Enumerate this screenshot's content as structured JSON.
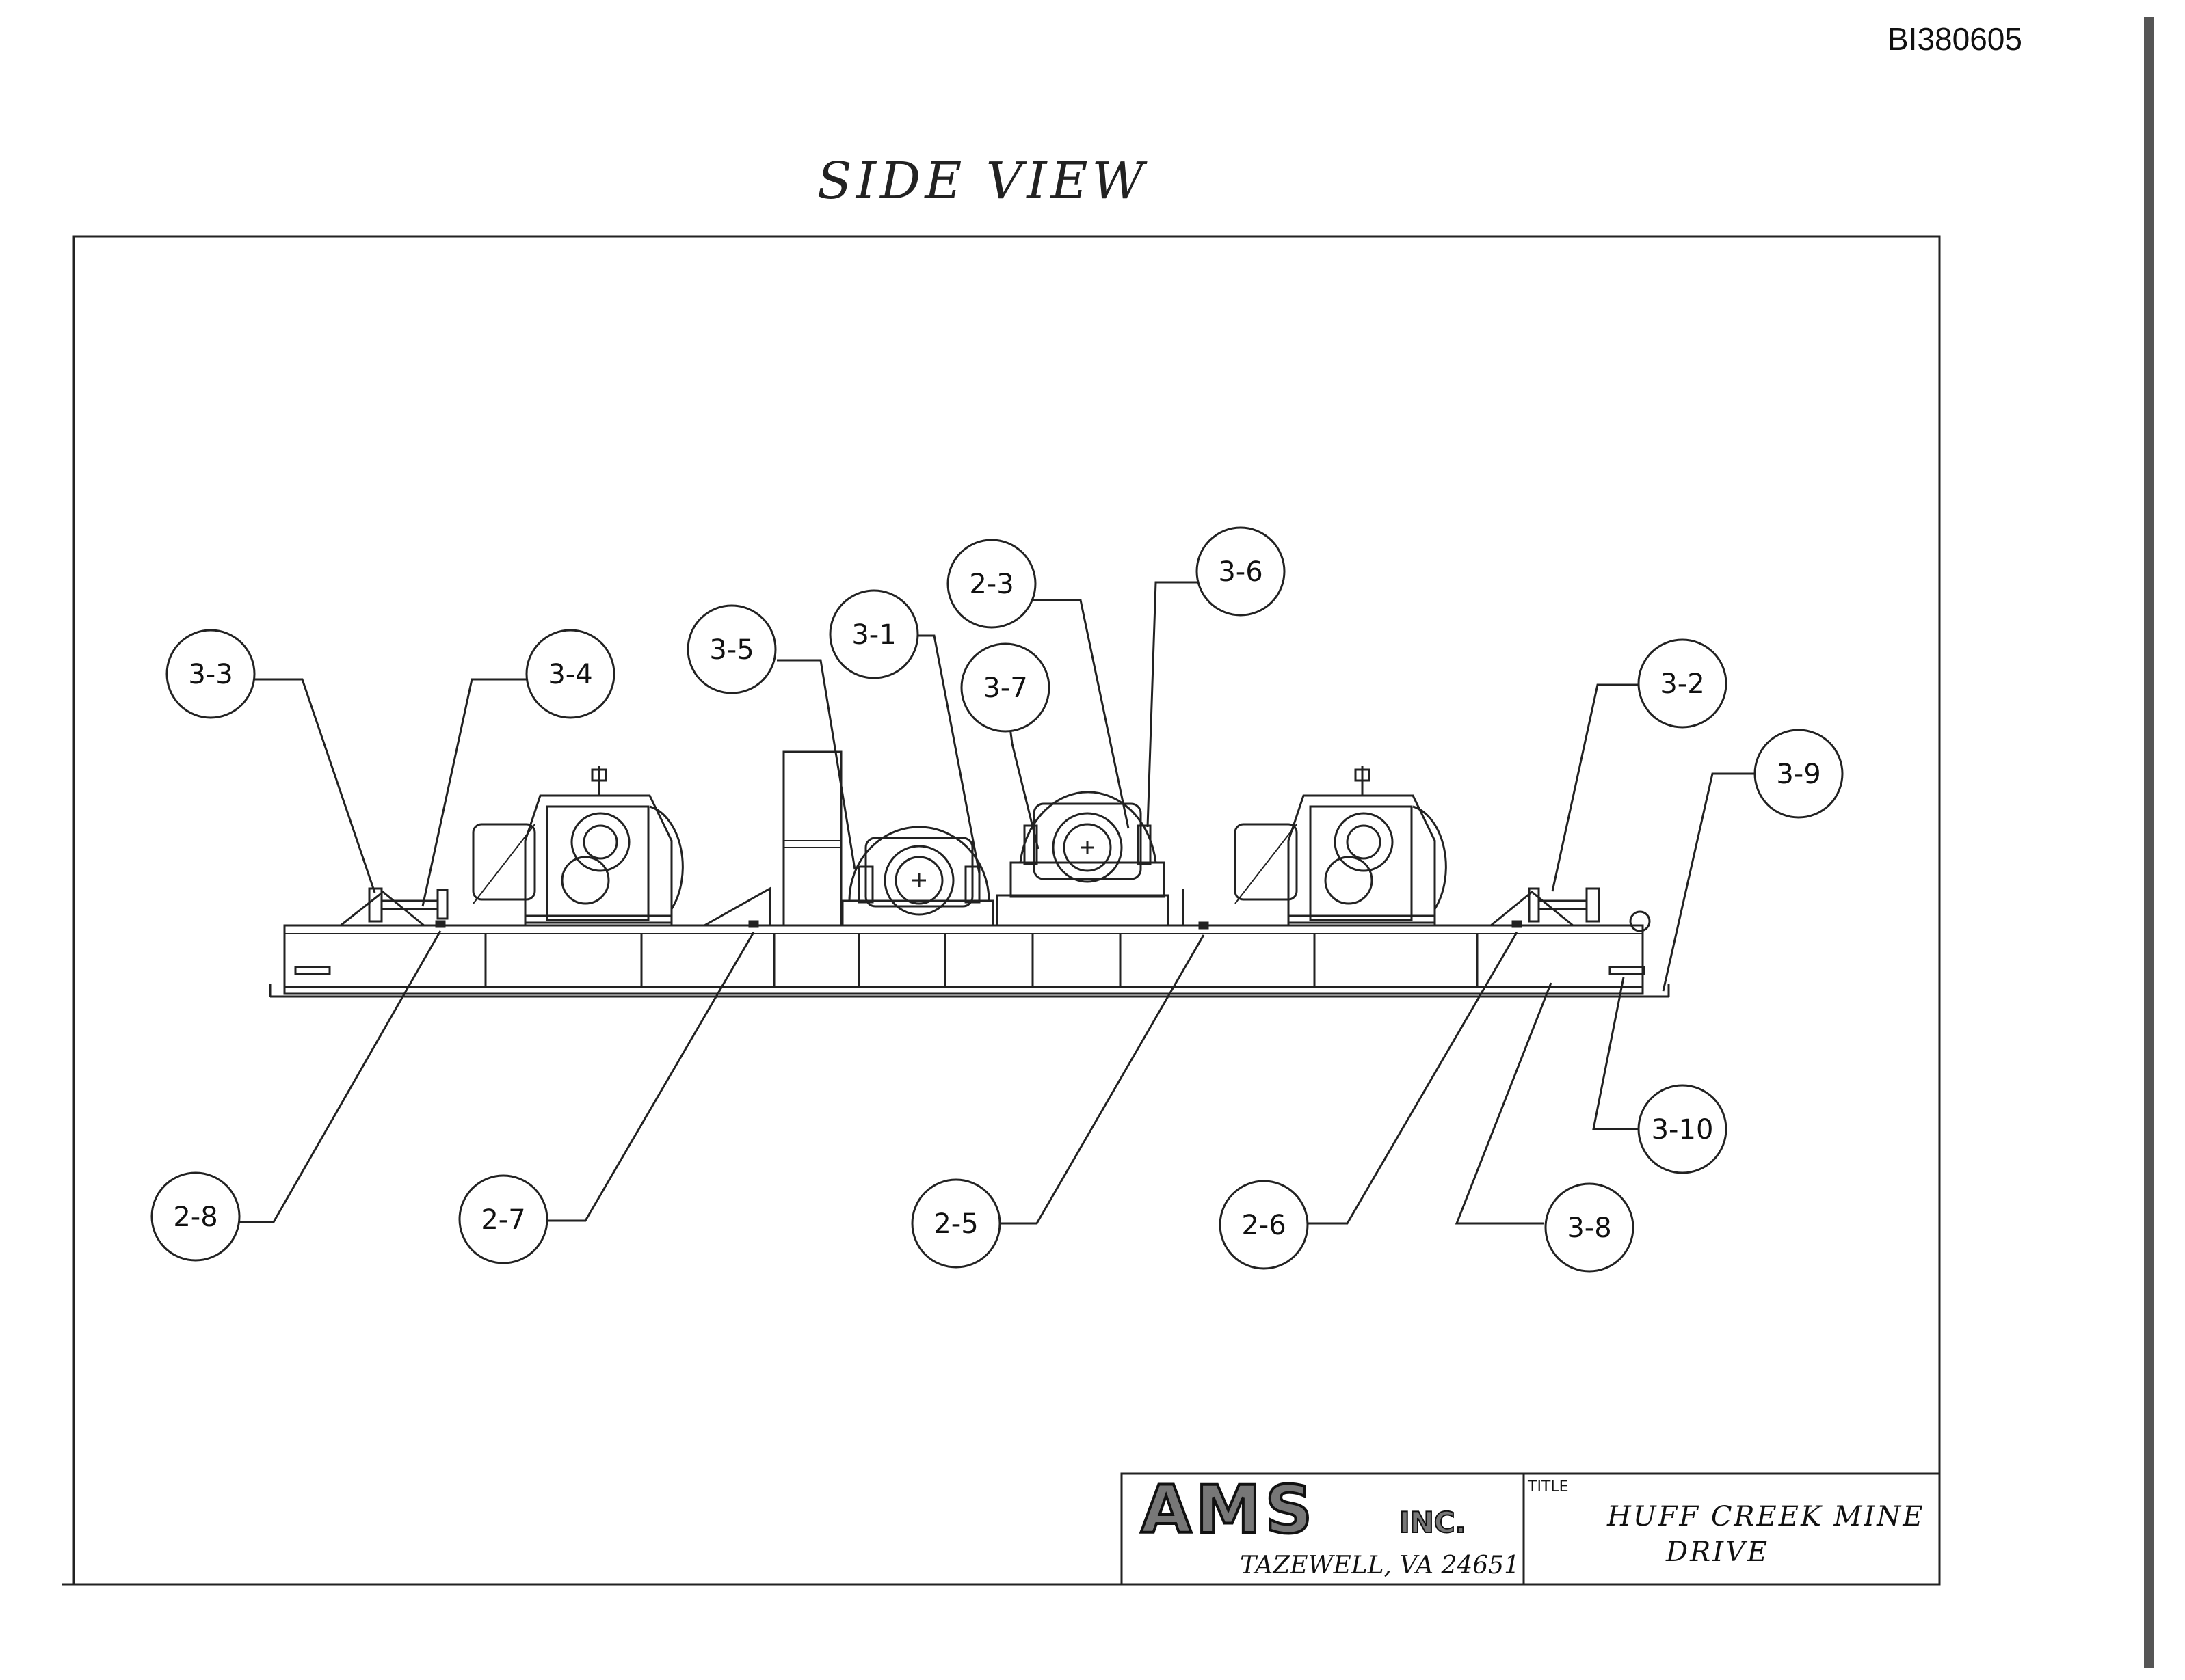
{
  "document_id": "BI380605",
  "view_title": "SIDE VIEW",
  "balloons": [
    {
      "label": "3-3"
    },
    {
      "label": "3-4"
    },
    {
      "label": "3-5"
    },
    {
      "label": "3-1"
    },
    {
      "label": "2-3"
    },
    {
      "label": "3-7"
    },
    {
      "label": "3-6"
    },
    {
      "label": "3-2"
    },
    {
      "label": "3-9"
    },
    {
      "label": "3-10"
    },
    {
      "label": "2-8"
    },
    {
      "label": "2-7"
    },
    {
      "label": "2-5"
    },
    {
      "label": "2-6"
    },
    {
      "label": "3-8"
    }
  ],
  "title_block": {
    "company_logo": "AMS",
    "company_suffix": "INC.",
    "address": "TAZEWELL, VA 24651",
    "title_label": "TITLE",
    "title_line1": "HUFF CREEK MINE",
    "title_line2": "DRIVE"
  }
}
